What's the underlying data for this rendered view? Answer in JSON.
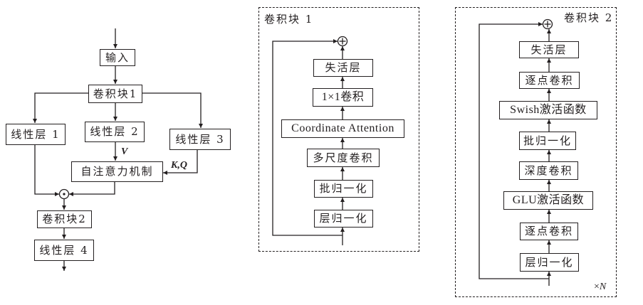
{
  "main_flow": {
    "input": "输入",
    "conv_block1": "卷积块1",
    "linear1": "线性层 1",
    "linear2": "线性层 2",
    "linear3": "线性层 3",
    "self_attention": "自注意力机制",
    "v_label": "V",
    "kq_label": "K,Q",
    "multiply_symbol": "⊙",
    "conv_block2": "卷积块2",
    "linear4": "线性层 4"
  },
  "block1": {
    "title": "卷积块 1",
    "add_symbol": "⊕",
    "layers_top_to_bottom": [
      "失活层",
      "1×1卷积",
      "Coordinate Attention",
      "多尺度卷积",
      "批归一化",
      "层归一化"
    ]
  },
  "block2": {
    "title": "卷积块 2",
    "add_symbol": "⊕",
    "layers_top_to_bottom": [
      "失活层",
      "逐点卷积",
      "Swish激活函数",
      "批归一化",
      "深度卷积",
      "GLU激活函数",
      "逐点卷积",
      "层归一化"
    ],
    "repeat_prefix": "×",
    "repeat_var": "N"
  }
}
